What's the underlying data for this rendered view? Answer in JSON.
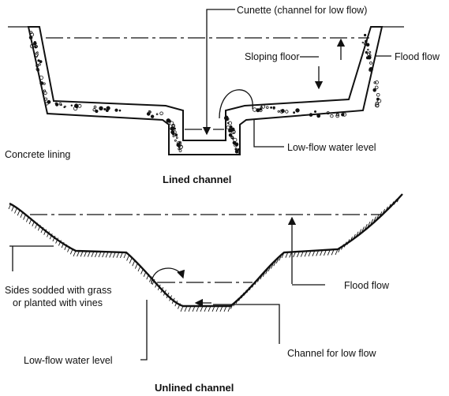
{
  "lined": {
    "title": "Lined channel",
    "cunette": "Cunette (channel for low flow)",
    "flood_flow": "Flood flow",
    "sloping_floor": "Sloping floor",
    "low_flow_level": "Low-flow water level",
    "lining": "Concrete lining"
  },
  "unlined": {
    "title": "Unlined channel",
    "sides_line1": "Sides sodded with grass",
    "sides_line2": "or planted with vines",
    "flood_flow": "Flood  flow",
    "low_flow_level": "Low-flow water level",
    "channel_low": "Channel for low flow"
  }
}
